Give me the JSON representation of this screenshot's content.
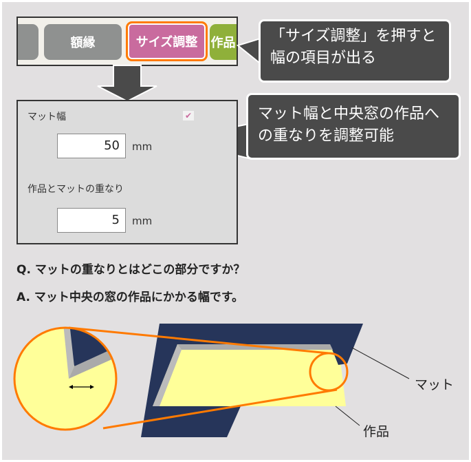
{
  "toolbar": {
    "buttons": [
      {
        "label": ""
      },
      {
        "label": "額縁"
      },
      {
        "label": "サイズ調整"
      },
      {
        "label": "作品"
      }
    ]
  },
  "callouts": [
    {
      "text": "「サイズ調整」を押すと幅の項目が出る"
    },
    {
      "text": "マット幅と中央窓の作品への重なりを調整可能"
    }
  ],
  "panel": {
    "mat_width_label": "マット幅",
    "mat_width_value": "50",
    "overlap_label": "作品とマットの重なり",
    "overlap_value": "5",
    "unit": "mm"
  },
  "qa": {
    "question": "Q. マットの重なりとはどこの部分ですか？",
    "answer": "A. マット中央の窓の作品にかかる幅です。"
  },
  "diagram": {
    "mat_label": "マット",
    "artwork_label": "作品"
  },
  "colors": {
    "accent": "#ff7a00",
    "selected": "#c96b9e",
    "mat": "#26355a",
    "artwork": "#ffff99",
    "callout": "#4a4a4a"
  }
}
